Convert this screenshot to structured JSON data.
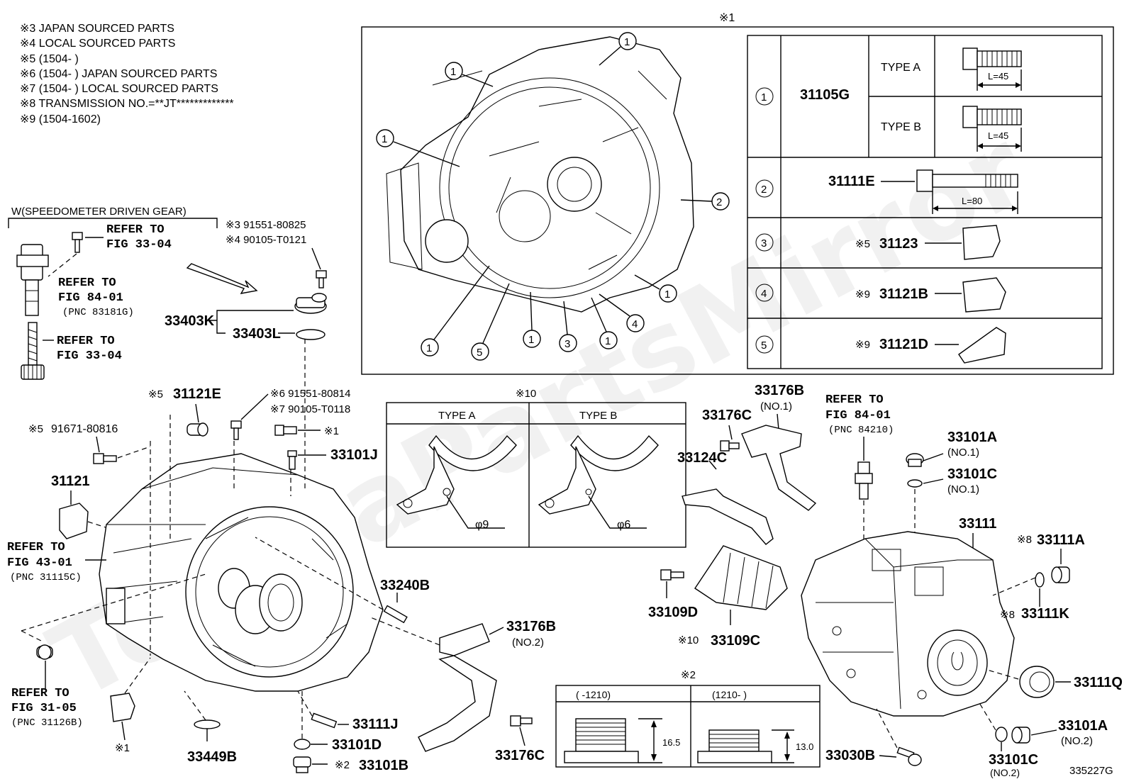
{
  "legend": [
    "※3  JAPAN SOURCED PARTS",
    "※4  LOCAL SOURCED PARTS",
    "※5 (1504-        )",
    "※6 (1504-        ) JAPAN SOURCED PARTS",
    "※7 (1504-        ) LOCAL SOURCED PARTS",
    "※8 TRANSMISSION NO.=**JT*************",
    "※9 (1504-1602)"
  ],
  "watermark": "ToyotaPartsMirror",
  "speedometer": {
    "title": "W(SPEEDOMETER DRIVEN GEAR)",
    "refer1": [
      "REFER TO",
      "FIG 33-04"
    ],
    "refer2": [
      "REFER TO",
      "FIG 84-01",
      "(PNC 83181G)"
    ],
    "refer3": [
      "REFER TO",
      "FIG 33-04"
    ],
    "bolt_parts": [
      "※3 91551-80825",
      "※4 90105-T0121"
    ],
    "p33403K": "33403K",
    "p33403L": "33403L"
  },
  "detail1": {
    "title": "※1",
    "balloons": [
      "1",
      "1",
      "1",
      "2",
      "1",
      "4",
      "1",
      "1",
      "3",
      "5",
      "1"
    ],
    "table": [
      {
        "num": "1",
        "part": "31105G",
        "types": [
          {
            "label": "TYPE A",
            "dim": "L=45"
          },
          {
            "label": "TYPE B",
            "dim": "L=45"
          }
        ]
      },
      {
        "num": "2",
        "part": "31111E",
        "dim": "L=80"
      },
      {
        "num": "3",
        "part": "31123",
        "note": "※5"
      },
      {
        "num": "4",
        "part": "31121B",
        "note": "※9"
      },
      {
        "num": "5",
        "part": "31121D",
        "note": "※9"
      }
    ]
  },
  "detail10": {
    "title": "※10",
    "type_a": "TYPE A",
    "type_b": "TYPE B",
    "dim_a": "φ9",
    "dim_b": "φ6"
  },
  "detail2": {
    "title": "※2",
    "col_a": "(      -1210)",
    "col_b": "(1210-         )",
    "dim_a": "16.5",
    "dim_b": "13.0"
  },
  "left_parts": {
    "p31121E": "31121E",
    "p31121E_note": "※5",
    "p91671": "91671-80816",
    "p91671_note": "※5",
    "p31121": "31121",
    "bolt6": "※6 91551-80814",
    "bolt7": "※7 90105-T0118",
    "p33101J": "33101J",
    "note1_bolt": "※1",
    "refer_43": [
      "REFER TO",
      "FIG 43-01",
      "(PNC 31115C)"
    ],
    "refer_31": [
      "REFER TO",
      "FIG 31-05",
      "(PNC 31126B)"
    ],
    "note1_bottom": "※1",
    "p33449B": "33449B",
    "p33240B": "33240B",
    "p33111J": "33111J",
    "p33101D": "33101D",
    "p33101B": "33101B",
    "p33101B_note": "※2",
    "p33176B_2": "33176B",
    "p33176B_2_sub": "(NO.2)",
    "p33176C_b": "33176C"
  },
  "right_parts": {
    "p33176B_1": "33176B",
    "p33176B_1_sub": "(NO.1)",
    "p33176C": "33176C",
    "p33124C": "33124C",
    "refer_84": [
      "REFER TO",
      "FIG 84-01",
      "(PNC 84210)"
    ],
    "p33101A_1": "33101A",
    "p33101A_1_sub": "(NO.1)",
    "p33101C_1": "33101C",
    "p33101C_1_sub": "(NO.1)",
    "p33111": "33111",
    "p33111A": "33111A",
    "p33111A_note": "※8",
    "p33111K": "33111K",
    "p33111K_note": "※8",
    "p33109D": "33109D",
    "p33109C": "33109C",
    "p33109C_note": "※10",
    "p33111Q": "33111Q",
    "p33101A_2": "33101A",
    "p33101A_2_sub": "(NO.2)",
    "p33101C_2": "33101C",
    "p33101C_2_sub": "(NO.2)",
    "p33030B": "33030B"
  },
  "figure_id": "335227G"
}
